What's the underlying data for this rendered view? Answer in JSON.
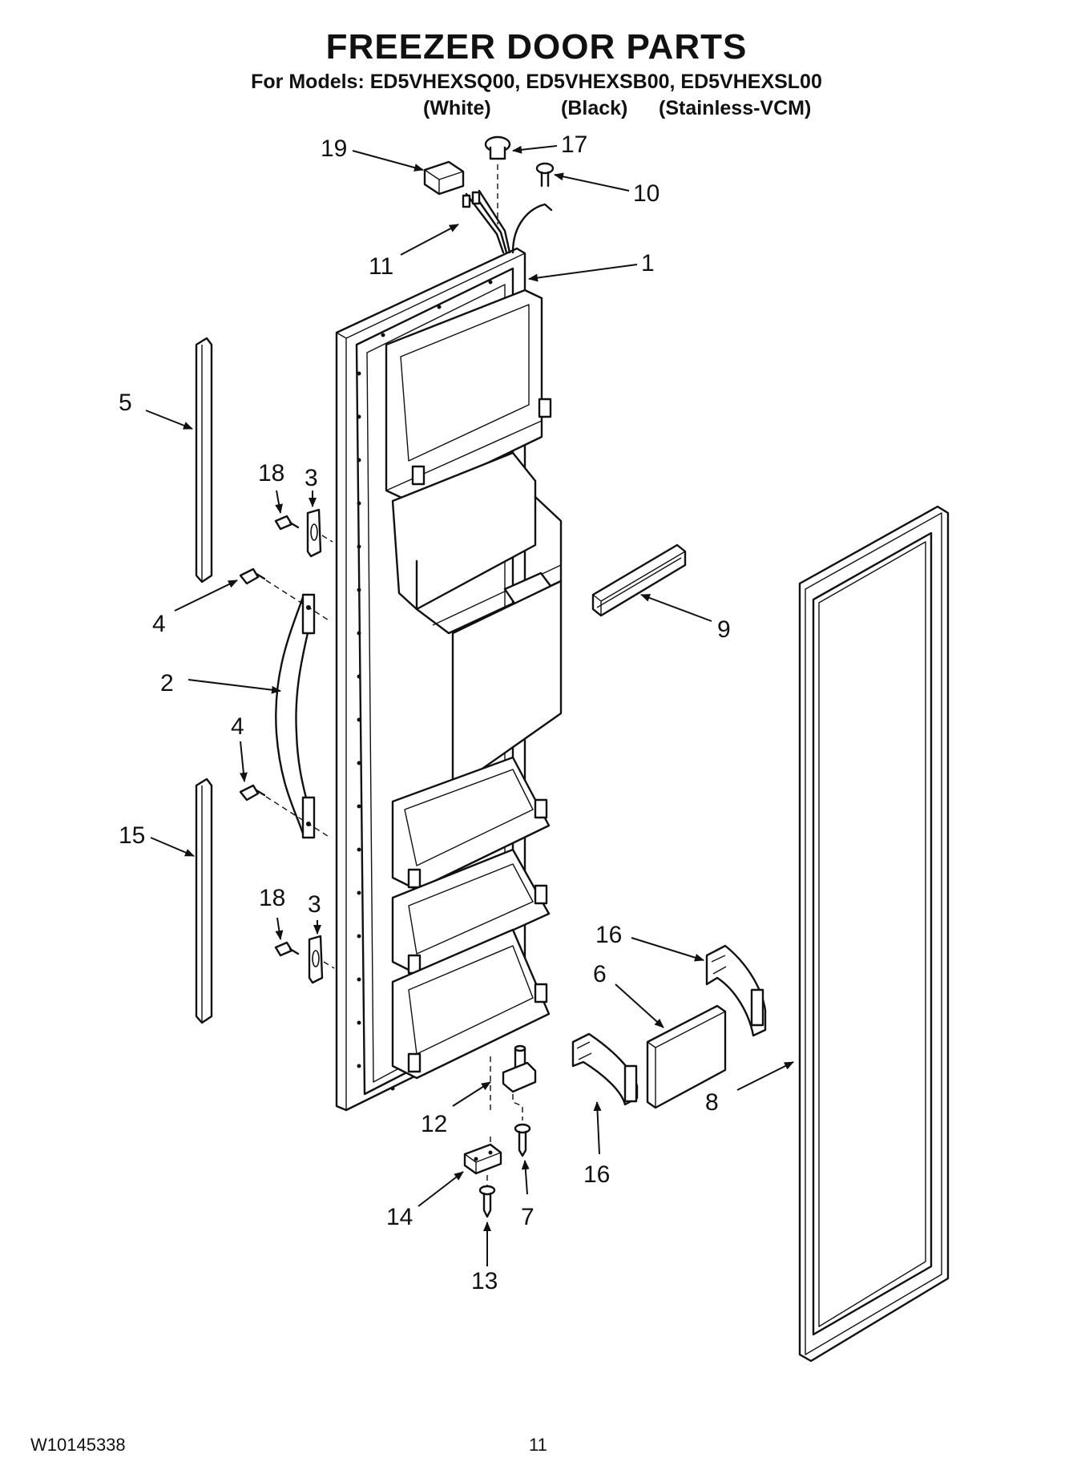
{
  "header": {
    "title": "FREEZER DOOR PARTS",
    "models": "For Models: ED5VHEXSQ00, ED5VHEXSB00, ED5VHEXSL00",
    "variants": [
      "(White)",
      "(Black)",
      "(Stainless-VCM)"
    ]
  },
  "callouts": [
    "19",
    "17",
    "10",
    "11",
    "1",
    "5",
    "18",
    "3",
    "4",
    "9",
    "2",
    "4",
    "15",
    "18",
    "3",
    "16",
    "6",
    "8",
    "12",
    "16",
    "14",
    "7",
    "13"
  ],
  "footer": {
    "doc_number": "W10145338",
    "page_number": "11"
  }
}
